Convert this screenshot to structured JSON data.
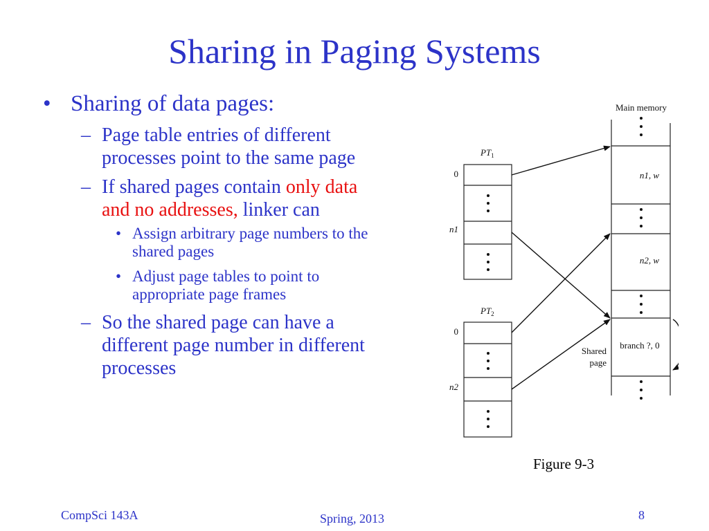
{
  "slide": {
    "title": "Sharing in Paging Systems",
    "bullet1": "Sharing of data pages:",
    "sub1": {
      "line1": "Page table entries of different",
      "line2": "processes point to the same page"
    },
    "sub2": {
      "line1_normal": "If shared pages contain ",
      "line1_red": "only data",
      "line2_red": "and no addresses,",
      "line2_normal": " linker can"
    },
    "sub2_items": [
      {
        "line1": "Assign arbitrary page numbers to the",
        "line2": "shared pages"
      },
      {
        "line1": "Adjust page tables to point to",
        "line2": "appropriate page frames"
      }
    ],
    "sub3": {
      "line1": "So the shared page can have a",
      "line2": "different page number in different",
      "line3": "processes"
    },
    "bullet_marker": "•",
    "dash_marker": "–",
    "accent_color": "#2c33c8",
    "highlight_color": "#e81010"
  },
  "figure": {
    "main_memory_label": "Main memory",
    "pt1_label": "PT",
    "pt1_sub": "1",
    "pt2_label": "PT",
    "pt2_sub": "2",
    "row_zero": "0",
    "pt1_row_n1": "n1",
    "pt2_row_n2": "n2",
    "frame_n1w": "n1, w",
    "frame_n2w": "n2, w",
    "frame_branch": "branch ?, 0",
    "shared_line1": "Shared",
    "shared_line2": "page",
    "caption": "Figure 9-3"
  },
  "footer": {
    "left": "CompSci 143A",
    "center": "Spring, 2013",
    "right": "8"
  }
}
